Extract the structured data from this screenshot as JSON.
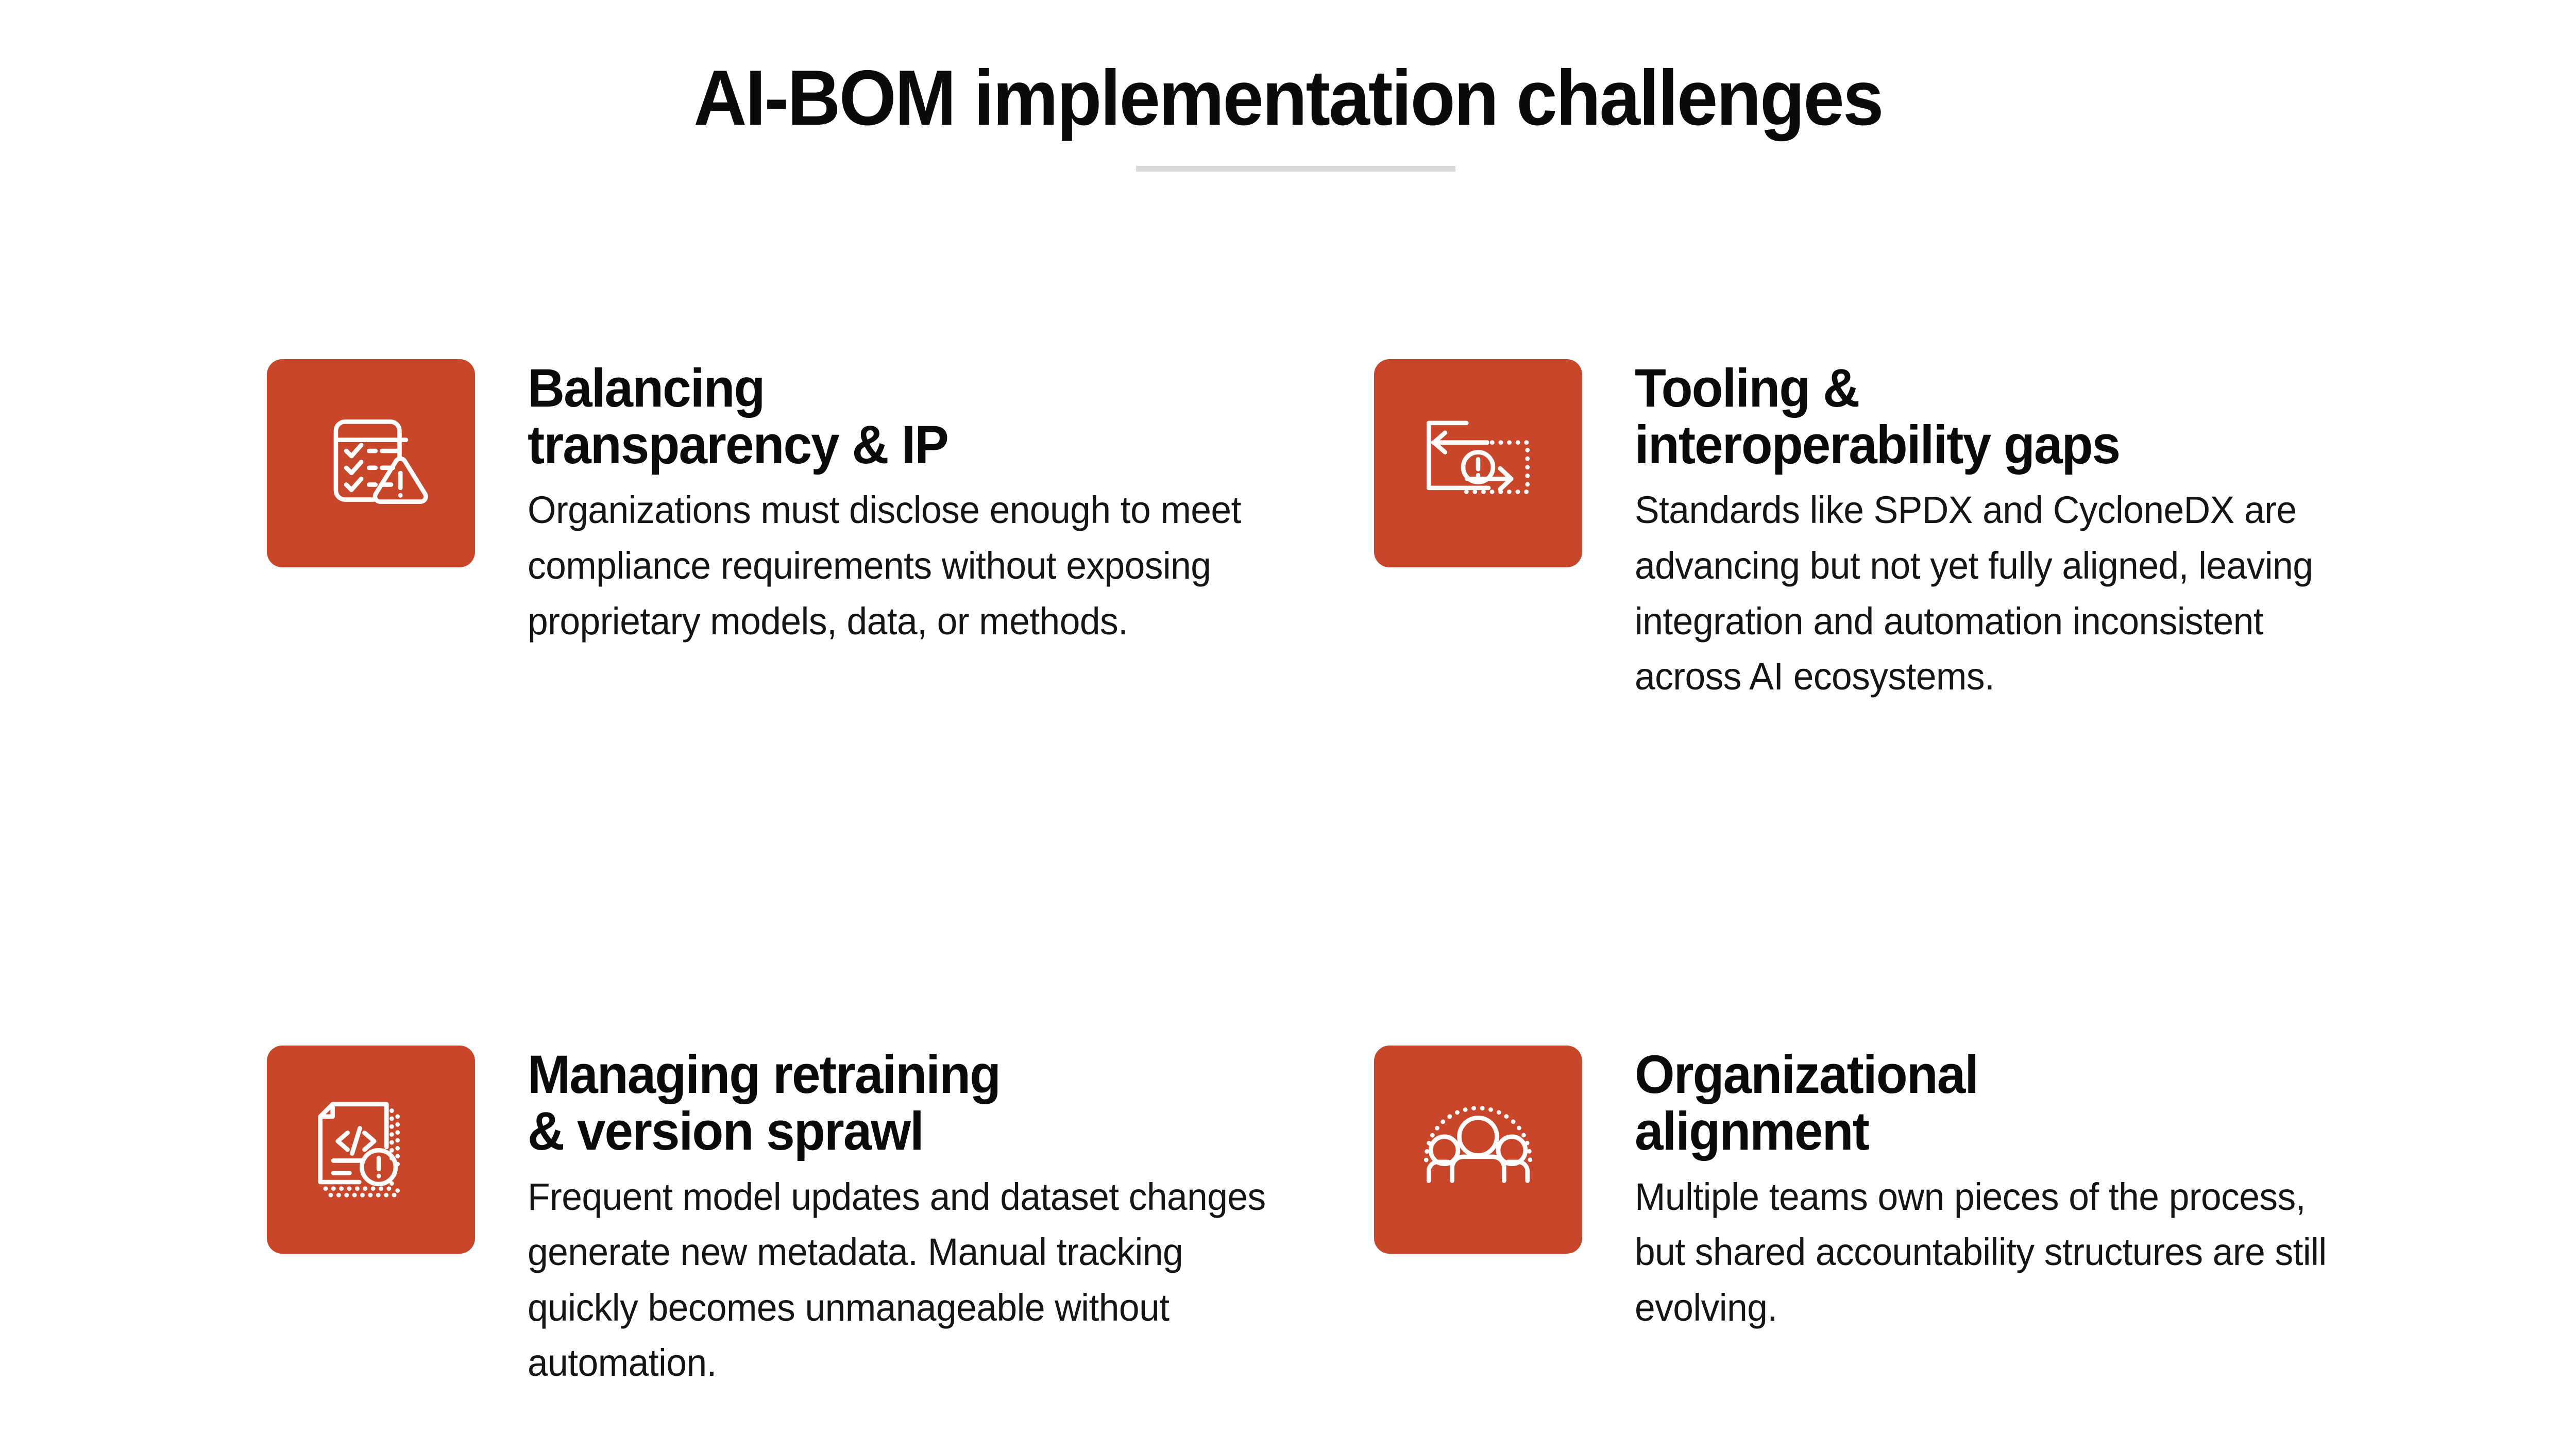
{
  "header": {
    "title": "AI-BOM implementation challenges",
    "divider": true
  },
  "theme": {
    "accent": "#c8462a",
    "background": "#ffffff",
    "text": "#0b0b0b",
    "body_text": "#151515",
    "divider": "#d9d9d9",
    "icon_stroke": "#ffffff"
  },
  "cards": [
    {
      "id": "balancing-transparency-ip",
      "icon": "checklist-warning-icon",
      "title": "Balancing\ntransparency & IP",
      "text": "Organizations must disclose enough to meet compliance requirements without exposing proprietary models, data, or methods."
    },
    {
      "id": "tooling-interoperability-gaps",
      "icon": "interoperability-exchange-warning-icon",
      "title": "Tooling &\ninteroperability gaps",
      "text": "Standards like SPDX and CycloneDX are advancing but not yet fully aligned, leaving integration and automation inconsistent across AI ecosystems."
    },
    {
      "id": "managing-retraining-version-sprawl",
      "icon": "code-document-warning-icon",
      "title": "Managing retraining\n& version sprawl",
      "text": "Frequent model updates and dataset changes generate new metadata. Manual tracking quickly becomes unmanageable without automation."
    },
    {
      "id": "organizational-alignment",
      "icon": "people-group-icon",
      "title": "Organizational\nalignment",
      "text": "Multiple teams own pieces of the process, but shared accountability structures are still evolving."
    }
  ]
}
